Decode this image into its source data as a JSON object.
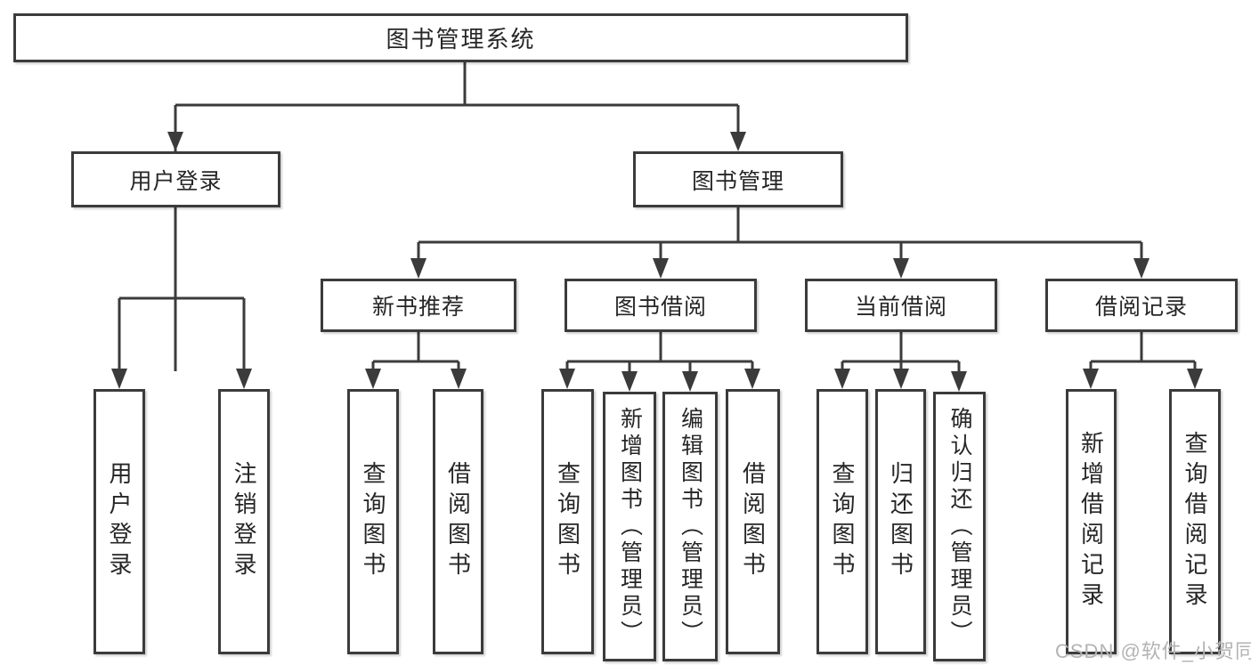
{
  "tree": {
    "root": "图书管理系统",
    "branches": [
      {
        "label": "用户登录",
        "children": [
          "用户登录",
          "注销登录"
        ]
      },
      {
        "label": "图书管理",
        "children": [
          {
            "label": "新书推荐",
            "children": [
              "查询图书",
              "借阅图书"
            ]
          },
          {
            "label": "图书借阅",
            "children": [
              "查询图书",
              "新增图书（管理员）",
              "编辑图书（管理员）",
              "借阅图书"
            ]
          },
          {
            "label": "当前借阅",
            "children": [
              "查询图书",
              "归还图书",
              "确认归还（管理员）"
            ]
          },
          {
            "label": "借阅记录",
            "children": [
              "新增借阅记录",
              "查询借阅记录"
            ]
          }
        ]
      }
    ]
  },
  "watermark": "CSDN @软件_小贺同学",
  "colors": {
    "line": "#3b3b3b",
    "text": "#262626",
    "watermark": "#b3b3b3",
    "background": "#ffffff"
  }
}
